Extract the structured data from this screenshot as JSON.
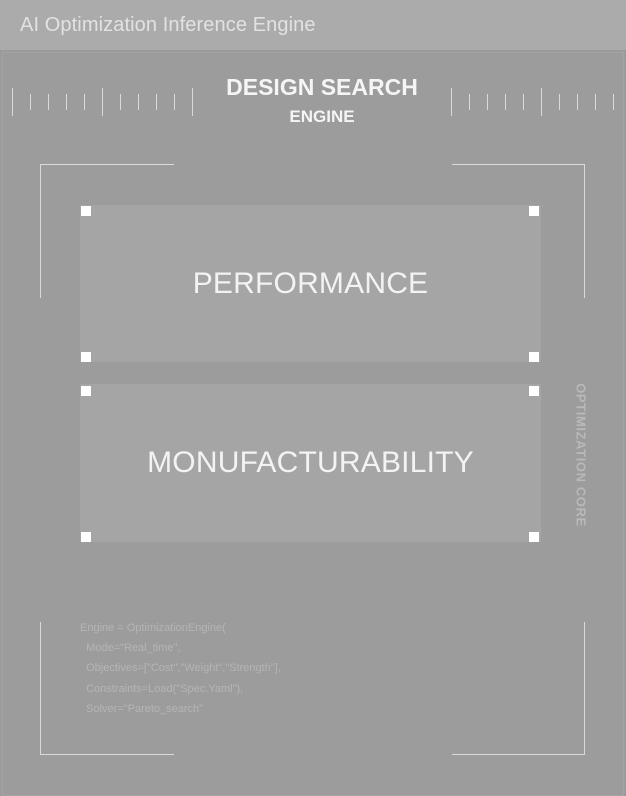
{
  "window": {
    "title": "AI Optimization Inference Engine"
  },
  "header": {
    "title": "DESIGN SEARCH",
    "subtitle": "ENGINE"
  },
  "blocks": [
    {
      "label": "PERFORMANCE"
    },
    {
      "label": "MONUFACTURABILITY"
    }
  ],
  "side_label": "OPTIMIZATION CORE",
  "code": [
    "Engine = OptimizationEngine(",
    "  Mode=\"Real_time\",",
    "  Objectives=[\"Cost\",\"Weight\",\"Strength\"],",
    "  Constraints=Load(\"Spec.Yaml\"),",
    "  Solver=\"Pareto_search\""
  ],
  "colors": {
    "background": "#9c9c9c",
    "block": "#a5a5a5",
    "text": "#f5f5f5",
    "handle": "#ffffff"
  }
}
